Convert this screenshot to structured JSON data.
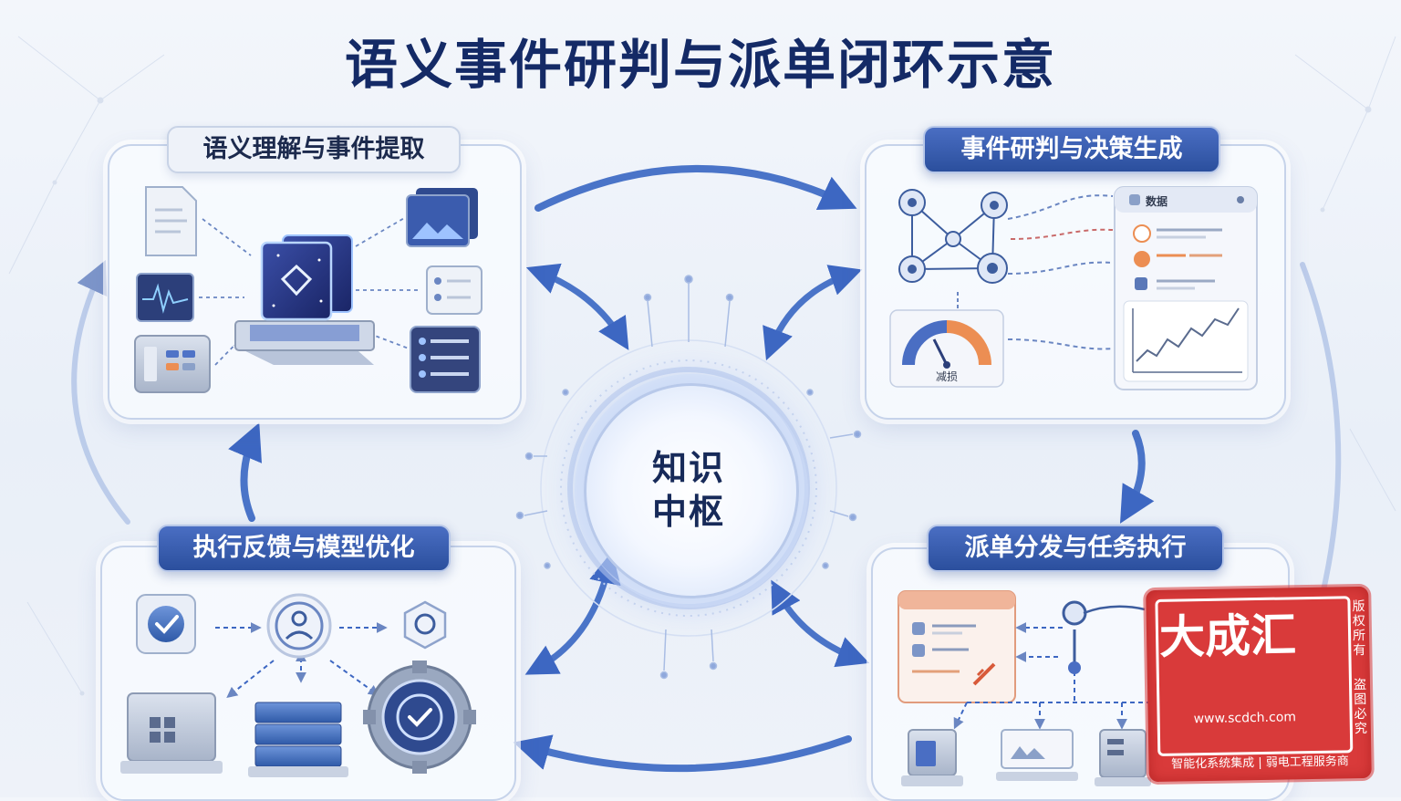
{
  "title": "语义事件研判与派单闭环示意",
  "hub": {
    "line1": "知识",
    "line2": "中枢"
  },
  "stages": {
    "understanding": {
      "label": "语义理解与事件提取"
    },
    "judgment": {
      "label": "事件研判与决策生成",
      "data_card": "数据",
      "gauge_caption": "减损"
    },
    "dispatch": {
      "label": "派单分发与任务执行"
    },
    "feedback": {
      "label": "执行反馈与模型优化"
    }
  },
  "watermark": {
    "brand": "大成汇",
    "url": "www.scdch.com",
    "tagline": "智能化系统集成 | 弱电工程服务商",
    "col1": "版权所有",
    "col2": "盗图必究"
  },
  "colors": {
    "accent": "#2b4f9d",
    "title": "#142a66",
    "stamp": "#d93a3a",
    "arrow": "#4a74c8"
  }
}
